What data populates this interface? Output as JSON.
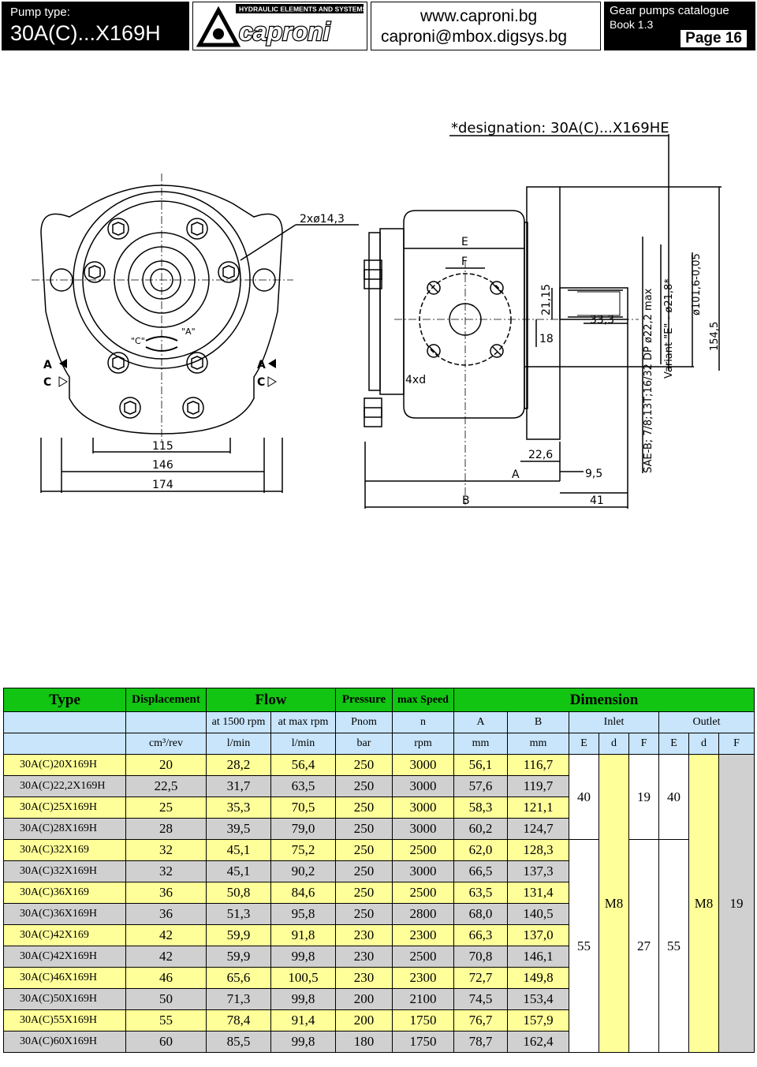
{
  "header": {
    "pump_type_label": "Pump type:",
    "pump_type": "30A(C)...X169H",
    "brand_tagline": "HYDRAULIC ELEMENTS AND SYSTEMS",
    "brand_name": "caproni",
    "website": "www.caproni.bg",
    "email": "caproni@mbox.digsys.bg",
    "catalogue": "Gear pumps catalogue",
    "book": "Book 1.3",
    "page": "Page 16"
  },
  "drawing": {
    "designation": "*designation: 30A(C)...X169HE",
    "labels": {
      "holes": "2xø14,3",
      "d115": "115",
      "d146": "146",
      "d174": "174",
      "A": "A",
      "C": "C",
      "A_quote": "\"A\"",
      "C_quote": "\"C\"",
      "E": "E",
      "F": "F",
      "xd": "4xd",
      "d21_15": "21,15",
      "d18": "18",
      "d22_6": "22,6",
      "d9_5": "9,5",
      "d41": "41",
      "d33_3": "33,3",
      "B": "B",
      "spline": "SAE-B; 7/8;13T;16/32 DP ø22,2 max",
      "variant": "Variant \"E\" - ø21,8*",
      "d101_6": "ø101,6-0,05",
      "d154_5": "154,5"
    }
  },
  "table": {
    "headers": {
      "type": "Type",
      "displacement": "Displacement",
      "flow": "Flow",
      "pressure": "Pressure",
      "max_speed": "max Speed",
      "dimension": "Dimension",
      "at1500": "at 1500 rpm",
      "atmax": "at max rpm",
      "pnom": "Pnom",
      "n": "n",
      "A": "A",
      "B": "B",
      "inlet": "Inlet",
      "outlet": "Outlet",
      "cm3rev": "cm³/rev",
      "lmin1": "l/min",
      "lmin2": "l/min",
      "bar": "bar",
      "rpm": "rpm",
      "mm1": "mm",
      "mm2": "mm",
      "E1": "E",
      "d1": "d",
      "F1": "F",
      "E2": "E",
      "d2": "d",
      "F2": "F"
    },
    "rows": [
      {
        "type": "30A(C)20X169H",
        "disp": "20",
        "f1500": "28,2",
        "fmax": "56,4",
        "p": "250",
        "n": "3000",
        "A": "56,1",
        "B": "116,7"
      },
      {
        "type": "30A(C)22,2X169H",
        "disp": "22,5",
        "f1500": "31,7",
        "fmax": "63,5",
        "p": "250",
        "n": "3000",
        "A": "57,6",
        "B": "119,7"
      },
      {
        "type": "30A(C)25X169H",
        "disp": "25",
        "f1500": "35,3",
        "fmax": "70,5",
        "p": "250",
        "n": "3000",
        "A": "58,3",
        "B": "121,1"
      },
      {
        "type": "30A(C)28X169H",
        "disp": "28",
        "f1500": "39,5",
        "fmax": "79,0",
        "p": "250",
        "n": "3000",
        "A": "60,2",
        "B": "124,7"
      },
      {
        "type": "30A(C)32X169",
        "disp": "32",
        "f1500": "45,1",
        "fmax": "75,2",
        "p": "250",
        "n": "2500",
        "A": "62,0",
        "B": "128,3"
      },
      {
        "type": "30A(C)32X169H",
        "disp": "32",
        "f1500": "45,1",
        "fmax": "90,2",
        "p": "250",
        "n": "3000",
        "A": "66,5",
        "B": "137,3"
      },
      {
        "type": "30A(C)36X169",
        "disp": "36",
        "f1500": "50,8",
        "fmax": "84,6",
        "p": "250",
        "n": "2500",
        "A": "63,5",
        "B": "131,4"
      },
      {
        "type": "30A(C)36X169H",
        "disp": "36",
        "f1500": "51,3",
        "fmax": "95,8",
        "p": "250",
        "n": "2800",
        "A": "68,0",
        "B": "140,5"
      },
      {
        "type": "30A(C)42X169",
        "disp": "42",
        "f1500": "59,9",
        "fmax": "91,8",
        "p": "230",
        "n": "2300",
        "A": "66,3",
        "B": "137,0"
      },
      {
        "type": "30A(C)42X169H",
        "disp": "42",
        "f1500": "59,9",
        "fmax": "99,8",
        "p": "230",
        "n": "2500",
        "A": "70,8",
        "B": "146,1"
      },
      {
        "type": "30A(C)46X169H",
        "disp": "46",
        "f1500": "65,6",
        "fmax": "100,5",
        "p": "230",
        "n": "2300",
        "A": "72,7",
        "B": "149,8"
      },
      {
        "type": "30A(C)50X169H",
        "disp": "50",
        "f1500": "71,3",
        "fmax": "99,8",
        "p": "200",
        "n": "2100",
        "A": "74,5",
        "B": "153,4"
      },
      {
        "type": "30A(C)55X169H",
        "disp": "55",
        "f1500": "78,4",
        "fmax": "91,4",
        "p": "200",
        "n": "1750",
        "A": "76,7",
        "B": "157,9"
      },
      {
        "type": "30A(C)60X169H",
        "disp": "60",
        "f1500": "85,5",
        "fmax": "99,8",
        "p": "180",
        "n": "1750",
        "A": "78,7",
        "B": "162,4"
      }
    ],
    "groups": {
      "g1": {
        "inlet_E": "40",
        "inlet_F": "19",
        "outlet_E": "40"
      },
      "g2": {
        "inlet_E": "55",
        "inlet_F": "27",
        "outlet_E": "55"
      },
      "inlet_d": "M8",
      "outlet_d": "M8",
      "outlet_F": "19"
    }
  }
}
